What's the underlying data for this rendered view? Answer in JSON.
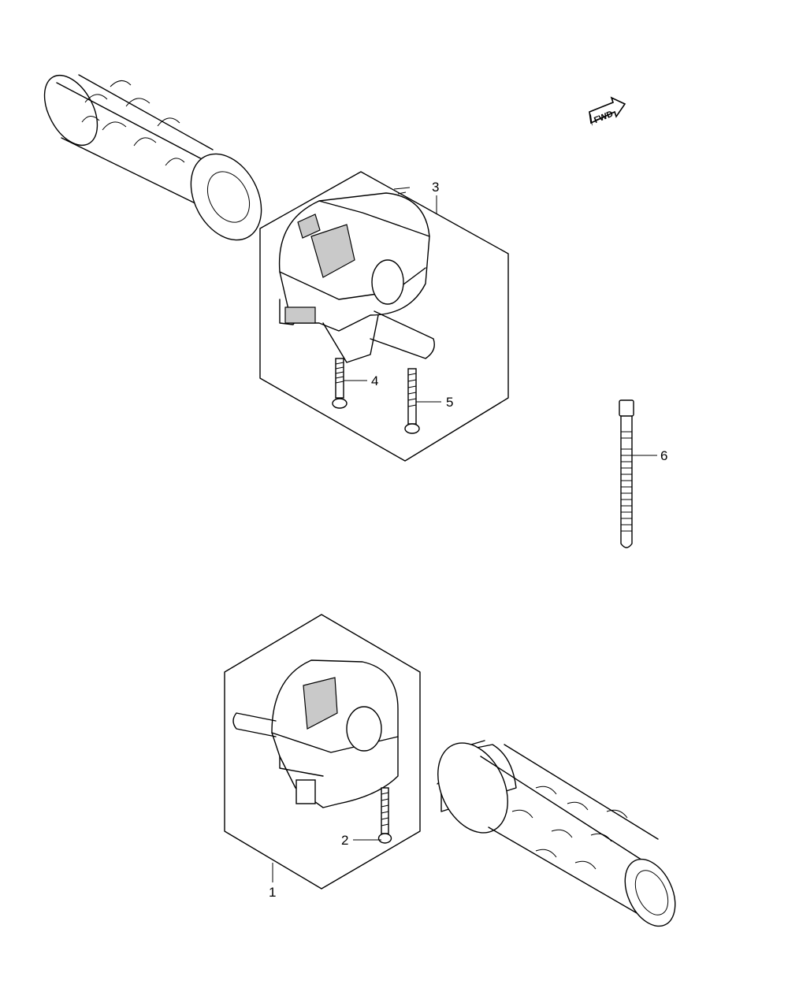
{
  "diagram": {
    "fwd_label": "FWD",
    "callouts": {
      "p1": "1",
      "p2": "2",
      "p3": "3",
      "p4": "4",
      "p5": "5",
      "p6": "6"
    }
  }
}
